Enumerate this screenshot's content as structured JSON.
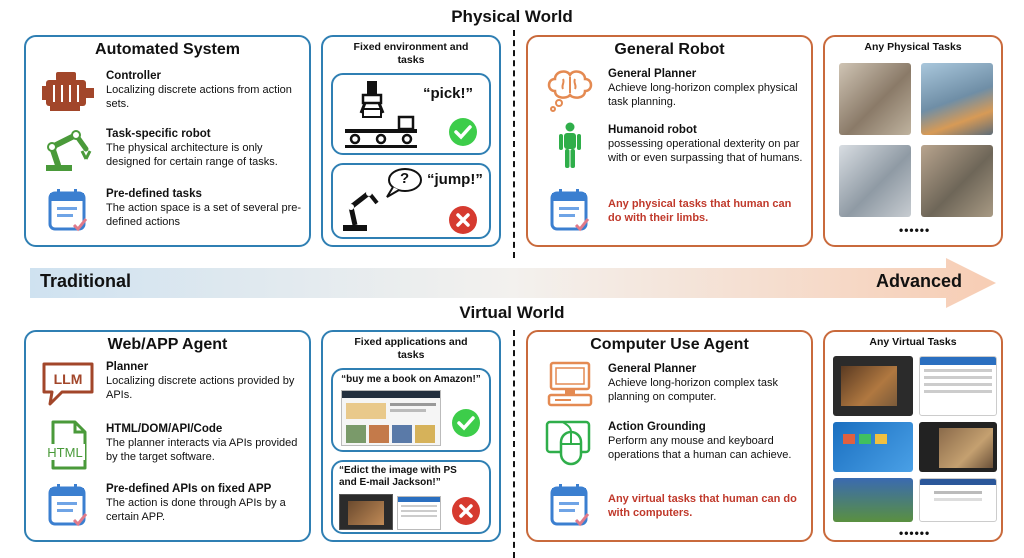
{
  "physical": {
    "title": "Physical World",
    "automated": {
      "title": "Automated System",
      "items": [
        {
          "title": "Controller",
          "desc": "Localizing discrete actions from action sets."
        },
        {
          "title": "Task-specific robot",
          "desc": "The physical architecture is only designed for certain range of tasks."
        },
        {
          "title": "Pre-defined tasks",
          "desc": "The action space is a set of several pre-defined actions"
        }
      ]
    },
    "fixed": {
      "title": "Fixed environment and tasks",
      "example1": "“pick!”",
      "example2": "“jump!”",
      "question": "?"
    },
    "general": {
      "title": "General Robot",
      "items": [
        {
          "title": "General Planner",
          "desc": "Achieve long-horizon complex physical task planning."
        },
        {
          "title": "Humanoid robot",
          "desc": "possessing operational dexterity on par with or even surpassing that of humans."
        }
      ],
      "highlight": "Any physical tasks that human can do with their limbs."
    },
    "any": {
      "title": "Any Physical Tasks",
      "ellipsis": "••••••"
    }
  },
  "arrow": {
    "left": "Traditional",
    "right": "Advanced"
  },
  "virtual": {
    "title": "Virtual World",
    "web": {
      "title": "Web/APP Agent",
      "items": [
        {
          "title": "Planner",
          "desc": "Localizing discrete actions provided by APIs."
        },
        {
          "title": "HTML/DOM/API/Code",
          "desc": "The planner interacts via APIs provided by the target software."
        },
        {
          "title": "Pre-defined APIs on fixed APP",
          "desc": "The action is done through APIs by a certain APP."
        }
      ],
      "llm_label": "LLM",
      "html_label": "HTML"
    },
    "fixed": {
      "title": "Fixed applications and tasks",
      "example1": "“buy me a book on Amazon!”",
      "example2": "“Edict the image with PS and E-mail Jackson!”"
    },
    "cua": {
      "title": "Computer Use Agent",
      "items": [
        {
          "title": "General Planner",
          "desc": "Achieve long-horizon complex task planning on computer."
        },
        {
          "title": "Action Grounding",
          "desc": "Perform any mouse and keyboard operations that a human can achieve."
        }
      ],
      "highlight": "Any virtual tasks that human can do with computers."
    },
    "any": {
      "title": "Any Virtual Tasks",
      "ellipsis": "••••••"
    }
  },
  "colors": {
    "blue": "#2f7fb3",
    "orange": "#c96a3c",
    "green": "#3cb371",
    "red": "#d63a2f",
    "highlight": "#c0392b"
  }
}
